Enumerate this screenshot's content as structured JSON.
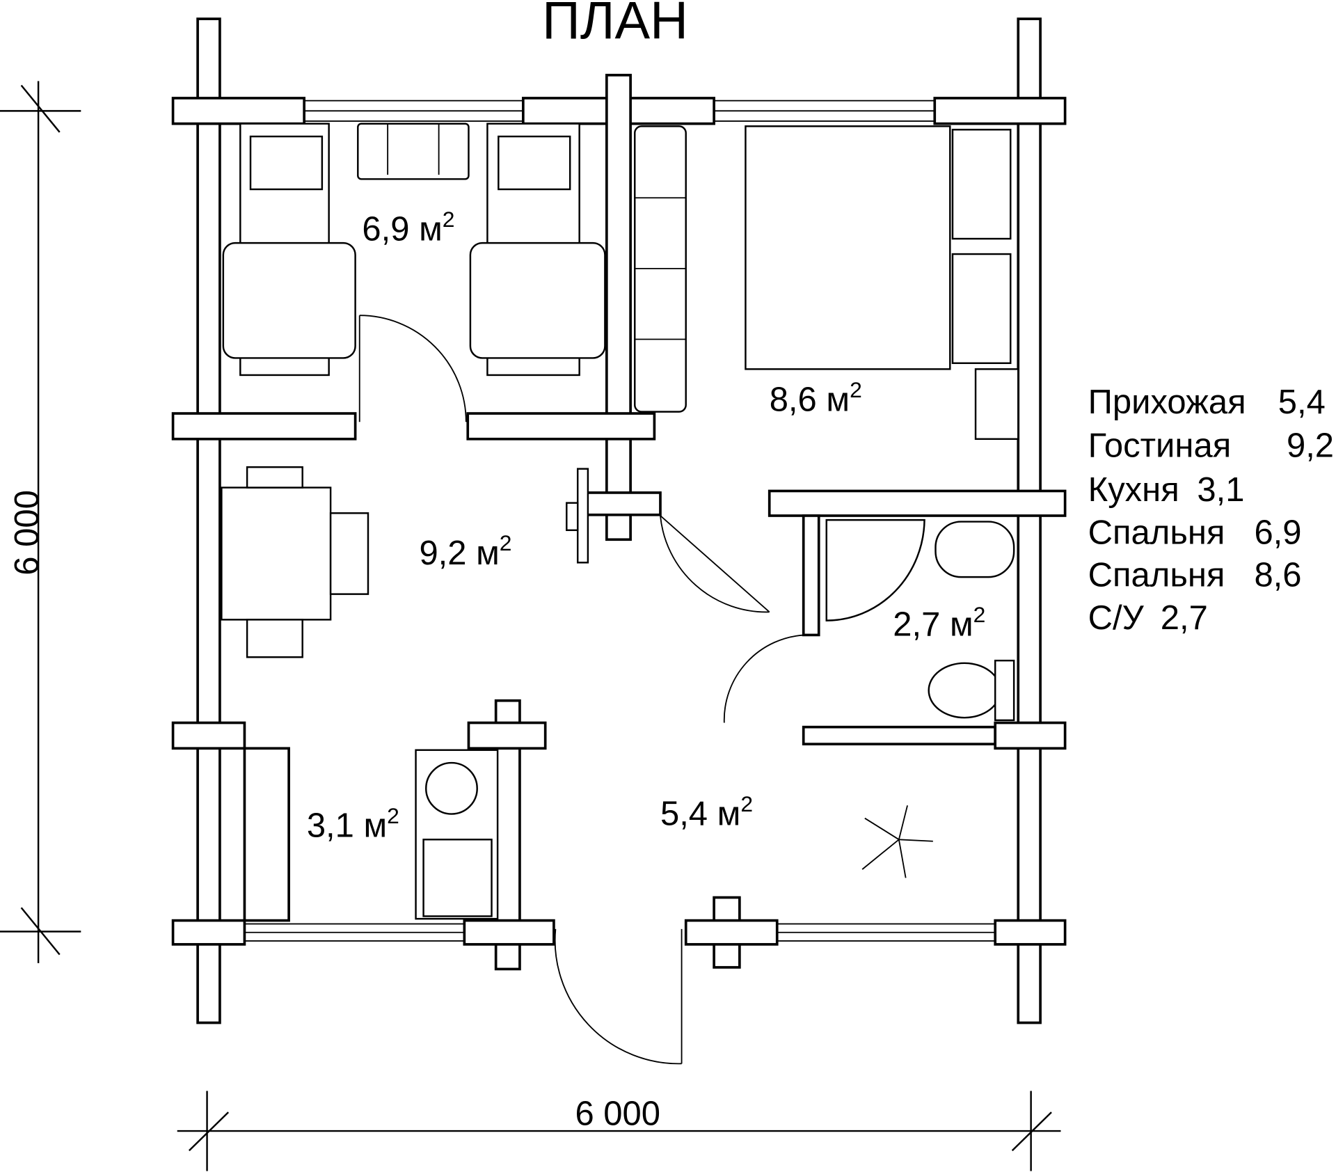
{
  "title": "ПЛАН",
  "dimensions": {
    "width": "6 000",
    "height": "6 000"
  },
  "rooms": [
    {
      "area": "6,9",
      "unit": "м",
      "exp": "2"
    },
    {
      "area": "8,6",
      "unit": "м",
      "exp": "2"
    },
    {
      "area": "9,2",
      "unit": "м",
      "exp": "2"
    },
    {
      "area": "2,7",
      "unit": "м",
      "exp": "2"
    },
    {
      "area": "3,1",
      "unit": "м",
      "exp": "2"
    },
    {
      "area": "5,4",
      "unit": "м",
      "exp": "2"
    }
  ],
  "legend": [
    {
      "name": "Прихожая",
      "value": "5,4"
    },
    {
      "name": "Гостиная",
      "value": "9,2"
    },
    {
      "name": "Кухня",
      "value": "3,1"
    },
    {
      "name": "Спальня",
      "value": "6,9"
    },
    {
      "name": "Спальня",
      "value": "8,6"
    },
    {
      "name": "С/У",
      "value": "2,7"
    }
  ]
}
